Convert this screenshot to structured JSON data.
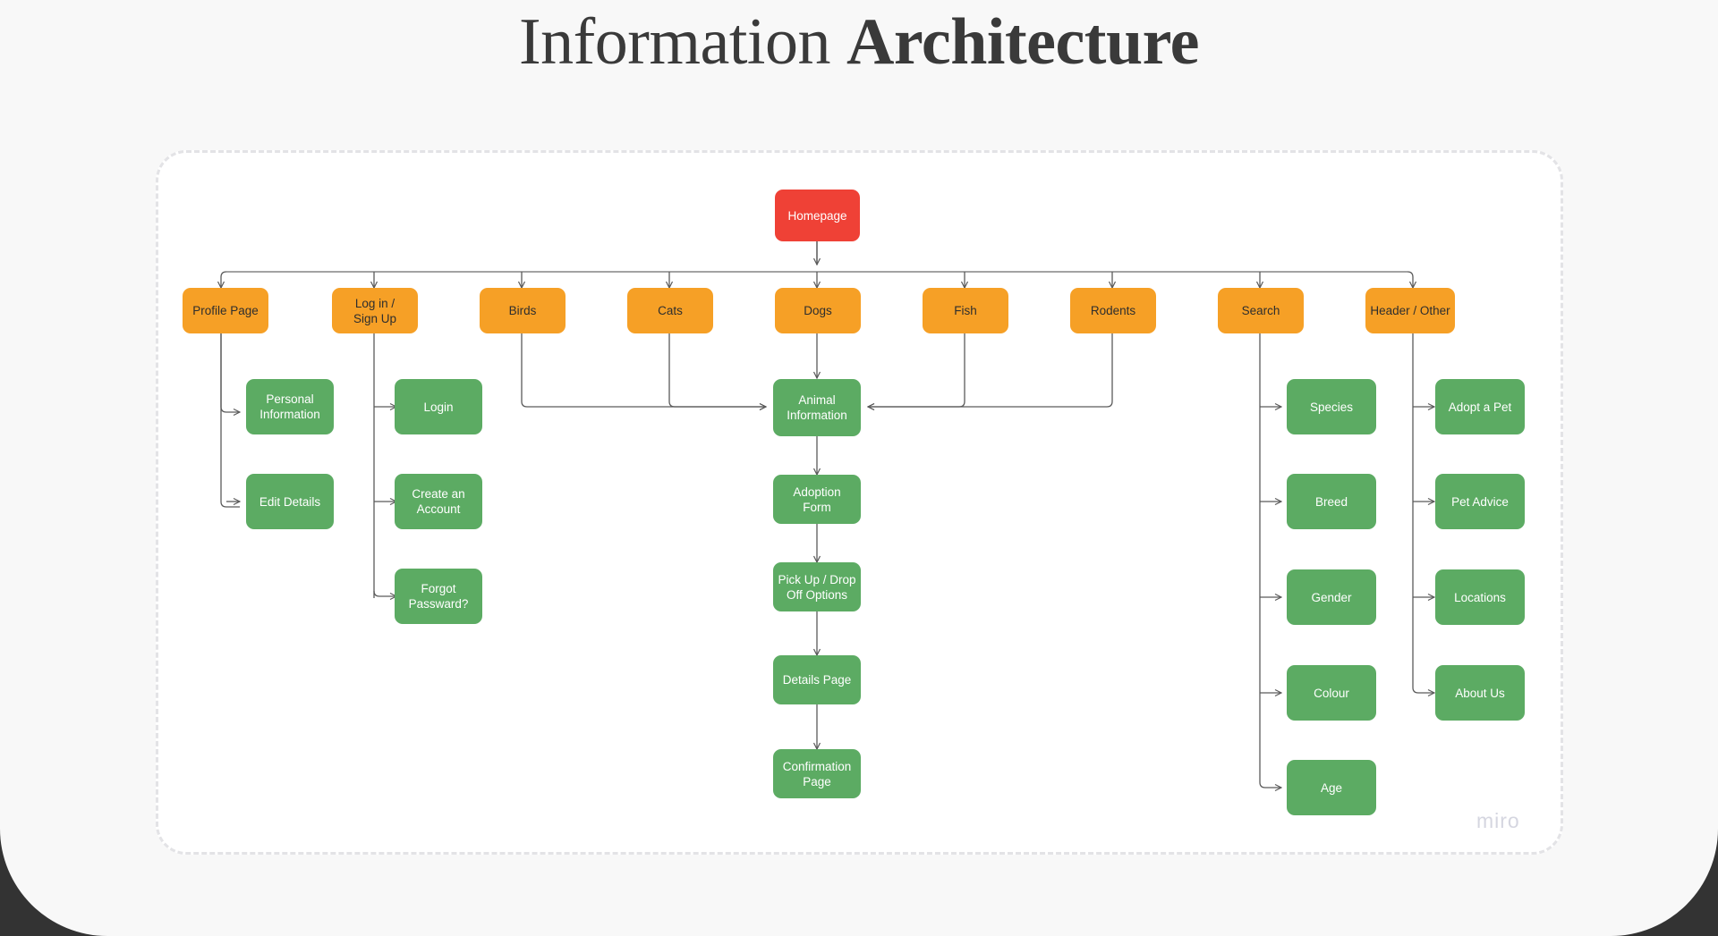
{
  "page": {
    "title_regular": "Information ",
    "title_bold": "Architecture",
    "watermark": "miro",
    "colors": {
      "root": "#ef4136",
      "category": "#f6a026",
      "leaf": "#5cab63",
      "connector": "#5a5a5a",
      "frame": "#e3e3e6",
      "backdrop": "#333333",
      "canvas": "#f8f8f8"
    }
  },
  "diagram": {
    "type": "tree",
    "root": {
      "id": "homepage",
      "label": "Homepage",
      "level": 0,
      "color": "red"
    },
    "categories": [
      {
        "id": "profile-page",
        "label": "Profile Page",
        "level": 1,
        "color": "orange"
      },
      {
        "id": "log-in-sign-up",
        "label": "Log in /\nSign Up",
        "level": 1,
        "color": "orange"
      },
      {
        "id": "birds",
        "label": "Birds",
        "level": 1,
        "color": "orange"
      },
      {
        "id": "cats",
        "label": "Cats",
        "level": 1,
        "color": "orange"
      },
      {
        "id": "dogs",
        "label": "Dogs",
        "level": 1,
        "color": "orange"
      },
      {
        "id": "fish",
        "label": "Fish",
        "level": 1,
        "color": "orange"
      },
      {
        "id": "rodents",
        "label": "Rodents",
        "level": 1,
        "color": "orange"
      },
      {
        "id": "search",
        "label": "Search",
        "level": 1,
        "color": "orange"
      },
      {
        "id": "header-other",
        "label": "Header / Other",
        "level": 1,
        "color": "orange"
      }
    ],
    "leaves": [
      {
        "id": "personal-information",
        "label": "Personal\nInformation",
        "parent": "profile-page",
        "color": "green"
      },
      {
        "id": "edit-details",
        "label": "Edit Details",
        "parent": "profile-page",
        "color": "green"
      },
      {
        "id": "login",
        "label": "Login",
        "parent": "log-in-sign-up",
        "color": "green"
      },
      {
        "id": "create-an-account",
        "label": "Create an\nAccount",
        "parent": "log-in-sign-up",
        "color": "green"
      },
      {
        "id": "forgot-passward",
        "label": "Forgot\nPassward?",
        "parent": "log-in-sign-up",
        "color": "green"
      },
      {
        "id": "animal-information",
        "label": "Animal\nInformation",
        "parent": "dogs",
        "color": "green"
      },
      {
        "id": "adoption-form",
        "label": "Adoption Form",
        "parent": "animal-information",
        "color": "green"
      },
      {
        "id": "pick-up-drop-off",
        "label": "Pick Up / Drop\nOff Options",
        "parent": "adoption-form",
        "color": "green"
      },
      {
        "id": "details-page",
        "label": "Details Page",
        "parent": "pick-up-drop-off",
        "color": "green"
      },
      {
        "id": "confirmation-page",
        "label": "Confirmation\nPage",
        "parent": "details-page",
        "color": "green"
      },
      {
        "id": "species",
        "label": "Species",
        "parent": "search",
        "color": "green"
      },
      {
        "id": "breed",
        "label": "Breed",
        "parent": "search",
        "color": "green"
      },
      {
        "id": "gender",
        "label": "Gender",
        "parent": "search",
        "color": "green"
      },
      {
        "id": "colour",
        "label": "Colour",
        "parent": "search",
        "color": "green"
      },
      {
        "id": "age",
        "label": "Age",
        "parent": "search",
        "color": "green"
      },
      {
        "id": "adopt-a-pet",
        "label": "Adopt a Pet",
        "parent": "header-other",
        "color": "green"
      },
      {
        "id": "pet-advice",
        "label": "Pet Advice",
        "parent": "header-other",
        "color": "green"
      },
      {
        "id": "locations",
        "label": "Locations",
        "parent": "header-other",
        "color": "green"
      },
      {
        "id": "about-us",
        "label": "About Us",
        "parent": "header-other",
        "color": "green"
      }
    ],
    "cross_links": [
      {
        "from": "birds",
        "to": "animal-information",
        "side": "left"
      },
      {
        "from": "cats",
        "to": "animal-information",
        "side": "left"
      },
      {
        "from": "fish",
        "to": "animal-information",
        "side": "right"
      },
      {
        "from": "rodents",
        "to": "animal-information",
        "side": "right"
      }
    ]
  }
}
